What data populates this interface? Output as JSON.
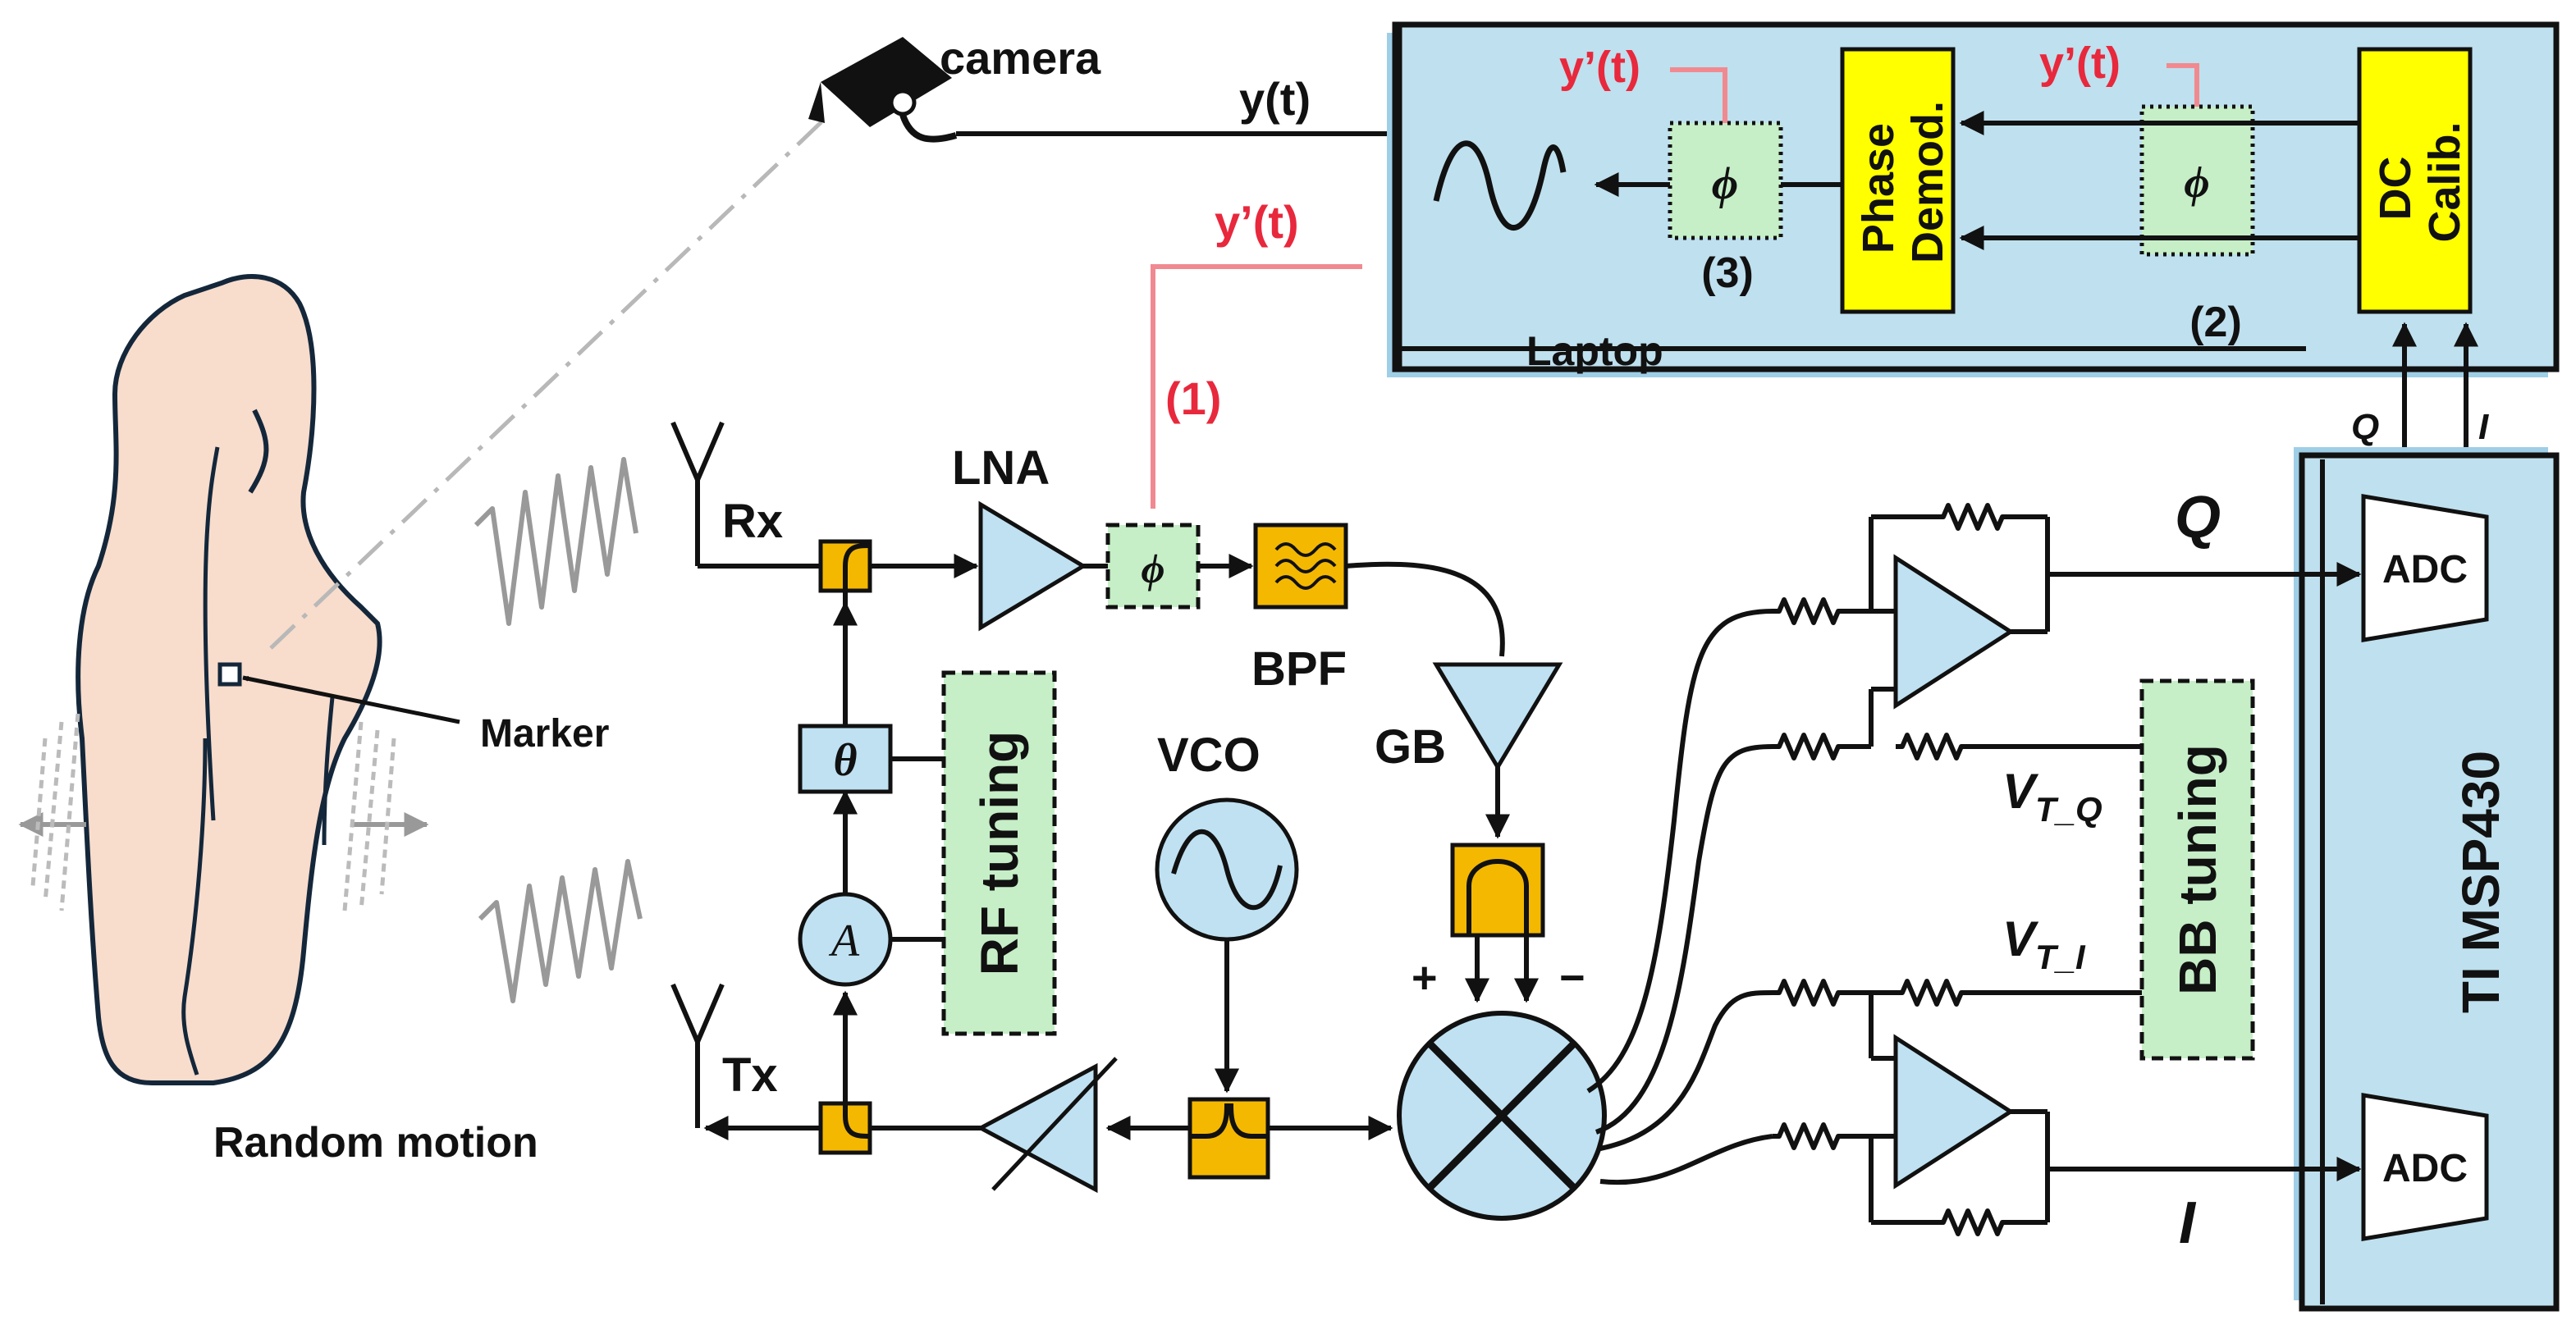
{
  "labels": {
    "camera": "camera",
    "y_t": "y(t)",
    "y_prime_link": "y’(t)",
    "y_prime_3": "y’(t)",
    "y_prime_2": "y’(t)",
    "phase_demod_line1": "Phase",
    "phase_demod_line2": "Demod.",
    "dc_calib_line1": "DC",
    "dc_calib_line2": "Calib.",
    "laptop": "Laptop",
    "step1": "(1)",
    "step2": "(2)",
    "step3": "(3)",
    "phi": "ϕ",
    "q_small": "Q",
    "i_small": "I",
    "lna": "LNA",
    "rx": "Rx",
    "tx": "Tx",
    "bpf": "BPF",
    "gb": "GB",
    "vco": "VCO",
    "theta": "θ",
    "amp_a": "A",
    "rf_tuning": "RF tuning",
    "bb_tuning": "BB tuning",
    "q_out": "Q",
    "i_out": "I",
    "vtq_main": "V",
    "vtq_sub": "T_Q",
    "vti_main": "V",
    "vti_sub": "T_I",
    "adc_top": "ADC",
    "adc_bottom": "ADC",
    "mcu": "TI MSP430",
    "marker": "Marker",
    "random_motion": "Random motion",
    "plus": "+",
    "minus": "−"
  },
  "colors": {
    "laptop_fill": "#bfe0ee",
    "block_blue": "#bfe1f2",
    "yellow": "#ffff00",
    "orange": "#f5b800",
    "green": "#c6eec7",
    "skin": "#f8dccc",
    "red": "#e8283c",
    "pink": "#f08a90"
  }
}
